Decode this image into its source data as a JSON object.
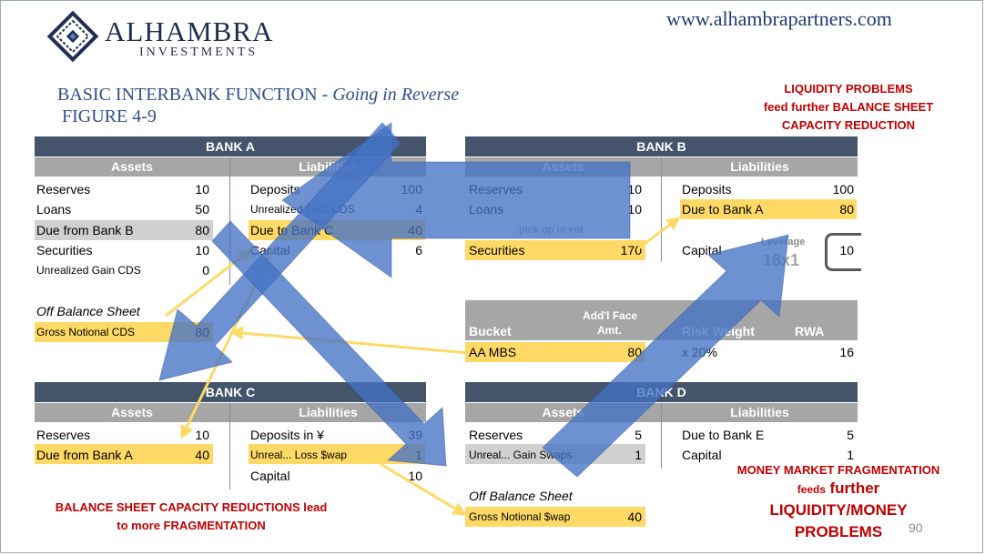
{
  "logo": {
    "name": "ALHAMBRA",
    "sub": "INVESTMENTS"
  },
  "website": "www.alhambrapartners.com",
  "title": {
    "main": "BASIC INTERBANK FUNCTION - ",
    "italic": "Going in Reverse",
    "figure": "FIGURE 4-9"
  },
  "callouts": {
    "liquidity": [
      "LIQUIDITY PROBLEMS",
      "feed further BALANCE SHEET",
      "CAPACITY REDUCTION"
    ],
    "balance_sheet": [
      "BALANCE SHEET CAPACITY REDUCTIONS lead",
      "to more FRAGMENTATION"
    ],
    "money_market": {
      "line1": "MONEY MARKET FRAGMENTATION",
      "feeds": "feeds",
      "further": "further",
      "line3": "LIQUIDITY/MONEY",
      "line4": "PROBLEMS"
    }
  },
  "page_number": "90",
  "bank_a": {
    "title": "BANK A",
    "assets_label": "Assets",
    "liabilities_label": "Liabilities",
    "assets": [
      {
        "label": "Reserves",
        "value": "10"
      },
      {
        "label": "Loans",
        "value": "50"
      },
      {
        "label": "Due from Bank B",
        "value": "80"
      },
      {
        "label": "Securities",
        "value": "10"
      },
      {
        "label": "Unrealized Gain CDS",
        "value": "0"
      }
    ],
    "liabilities": [
      {
        "label": "Deposits",
        "value": "100"
      },
      {
        "label": "Unrealized Loss CDS",
        "value": "4"
      },
      {
        "label": "Due to Bank C",
        "value": "40"
      },
      {
        "label": "Capital",
        "value": "6"
      }
    ],
    "off_balance_title": "Off Balance Sheet",
    "off_balance": {
      "label": "Gross Notional CDS",
      "value": "80"
    }
  },
  "bank_b": {
    "title": "BANK B",
    "assets_label": "Assets",
    "liabilities_label": "Liabilities",
    "assets": [
      {
        "label": "Reserves",
        "value": "10"
      },
      {
        "label": "Loans",
        "value": "10"
      },
      {
        "label": "Securities",
        "value": "170"
      }
    ],
    "pick_up": "pick up in vol",
    "liabilities": [
      {
        "label": "Deposits",
        "value": "100"
      },
      {
        "label": "Due to Bank A",
        "value": "80"
      },
      {
        "label": "Capital",
        "value": "10"
      }
    ],
    "leverage_label": "Leverage",
    "leverage_value": "18x1"
  },
  "rwa": {
    "bucket_label": "Bucket",
    "face_label": [
      "Add'l Face",
      "Amt."
    ],
    "risk_label": "Risk Weight",
    "rwa_label": "RWA",
    "row": {
      "bucket": "AA MBS",
      "face": "80",
      "risk": "x 20%",
      "rwa": "16"
    }
  },
  "bank_c": {
    "title": "BANK C",
    "assets_label": "Assets",
    "liabilities_label": "Liabilities",
    "assets": [
      {
        "label": "Reserves",
        "value": "10"
      },
      {
        "label": "Due from Bank A",
        "value": "40"
      }
    ],
    "liabilities": [
      {
        "label": "Deposits in ¥",
        "value": "39"
      },
      {
        "label": "Unreal... Loss $wap",
        "value": "1"
      },
      {
        "label": "Capital",
        "value": "10"
      }
    ]
  },
  "bank_d": {
    "title": "BANK D",
    "assets_label": "Assets",
    "liabilities_label": "Liabilities",
    "assets": [
      {
        "label": "Reserves",
        "value": "5"
      },
      {
        "label": "Unreal... Gain Swaps",
        "value": "1"
      }
    ],
    "liabilities": [
      {
        "label": "Due to Bank E",
        "value": "5"
      },
      {
        "label": "Capital",
        "value": "1"
      }
    ],
    "off_balance_title": "Off Balance Sheet",
    "off_balance": {
      "label": "Gross Notional $wap",
      "value": "40"
    }
  },
  "colors": {
    "header": "#44546a",
    "subheader": "#a6a6a6",
    "highlight": "#ffd966",
    "arrow": "#4472c4",
    "connector": "#ffd966",
    "callout": "#c00000"
  }
}
